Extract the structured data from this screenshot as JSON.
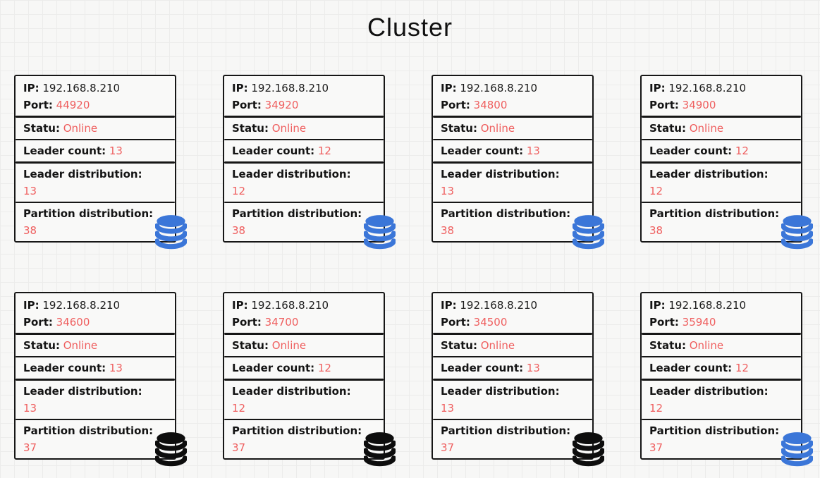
{
  "title": "Cluster",
  "labels": {
    "ip": "IP:",
    "port": "Port:",
    "status": "Statu:",
    "leader_count": "Leader count:",
    "leader_distribution": "Leader distribution:",
    "partition_distribution": "Partition distribution:"
  },
  "colors": {
    "value_text": "#ef5f5f",
    "db_blue": "#3b76d8",
    "db_black": "#0d0d0d",
    "border": "#161616",
    "background": "#f7f7f6"
  },
  "nodes": [
    {
      "ip": "192.168.8.210",
      "port": "44920",
      "status": "Online",
      "leader_count": "13",
      "leader_distribution": "13",
      "partition_distribution": "38",
      "db_color": "blue"
    },
    {
      "ip": "192.168.8.210",
      "port": "34920",
      "status": "Online",
      "leader_count": "12",
      "leader_distribution": "12",
      "partition_distribution": "38",
      "db_color": "blue"
    },
    {
      "ip": "192.168.8.210",
      "port": "34800",
      "status": "Online",
      "leader_count": "13",
      "leader_distribution": "13",
      "partition_distribution": "38",
      "db_color": "blue"
    },
    {
      "ip": "192.168.8.210",
      "port": "34900",
      "status": "Online",
      "leader_count": "12",
      "leader_distribution": "12",
      "partition_distribution": "38",
      "db_color": "blue"
    },
    {
      "ip": "192.168.8.210",
      "port": "34600",
      "status": "Online",
      "leader_count": "13",
      "leader_distribution": "13",
      "partition_distribution": "37",
      "db_color": "black"
    },
    {
      "ip": "192.168.8.210",
      "port": "34700",
      "status": "Online",
      "leader_count": "12",
      "leader_distribution": "12",
      "partition_distribution": "37",
      "db_color": "black"
    },
    {
      "ip": "192.168.8.210",
      "port": "34500",
      "status": "Online",
      "leader_count": "13",
      "leader_distribution": "13",
      "partition_distribution": "37",
      "db_color": "black"
    },
    {
      "ip": "192.168.8.210",
      "port": "35940",
      "status": "Online",
      "leader_count": "12",
      "leader_distribution": "12",
      "partition_distribution": "37",
      "db_color": "blue"
    }
  ]
}
